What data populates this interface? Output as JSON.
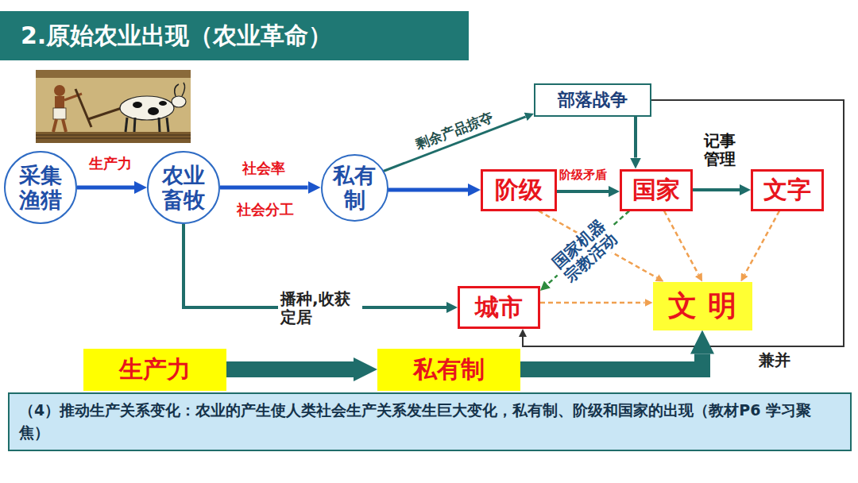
{
  "diagram": {
    "title": "2.原始农业出现（农业革命）",
    "nodes": [
      {
        "text": [
          "采集渔猎"
        ]
      },
      {
        "text": [
          "农业畜牧"
        ]
      },
      {
        "text": [
          "私有制"
        ]
      },
      {
        "text": [
          "部落战争"
        ]
      },
      {
        "text": [
          "阶级"
        ]
      },
      {
        "text": [
          "国家"
        ]
      },
      {
        "text": [
          "文字"
        ]
      },
      {
        "text": [
          "城市"
        ]
      },
      {
        "text": [
          "文明"
        ]
      },
      {
        "text": [
          "生产力"
        ]
      },
      {
        "text": [
          "私有制"
        ]
      },
      {
        "text": [
          "（4）推动生产关系变化：农业的产生使人类社会生产关系发生巨大变化，私有制、阶级和国家的出现（教材P6 学习聚焦）"
        ]
      }
    ],
    "edges": [
      {
        "from": 0,
        "to": 1,
        "arrow": "to",
        "label": "生产力"
      },
      {
        "from": 1,
        "to": 2,
        "arrow": "to",
        "label": "社会率"
      },
      {
        "from": 2,
        "to": 4,
        "arrow": "to"
      },
      {
        "from": 2,
        "to": 3,
        "arrow": "to",
        "label": "剩余产品掠夺"
      },
      {
        "from": 4,
        "to": 5,
        "arrow": "to",
        "label": "阶级矛盾"
      },
      {
        "from": 3,
        "to": 5,
        "arrow": "to"
      },
      {
        "from": 5,
        "to": 6,
        "arrow": "to",
        "label": "记事 管理"
      },
      {
        "from": 1,
        "to": 7,
        "arrow": "to",
        "label": "播种,收获 定居"
      },
      {
        "from": 5,
        "to": 7,
        "arrow": "to",
        "label": "国家机器 宗教活动"
      },
      {
        "from": 4,
        "to": 8,
        "arrow": "to"
      },
      {
        "from": 5,
        "to": 8,
        "arrow": "to"
      },
      {
        "from": 6,
        "to": 8,
        "arrow": "to"
      },
      {
        "from": 7,
        "to": 8,
        "arrow": "to"
      },
      {
        "from": 3,
        "to": 7,
        "arrow": "to",
        "label": "兼并"
      },
      {
        "from": 9,
        "to": 10,
        "arrow": "to"
      },
      {
        "from": 10,
        "to": 8,
        "arrow": "to"
      }
    ],
    "labels": [
      "社会分工"
    ]
  }
}
